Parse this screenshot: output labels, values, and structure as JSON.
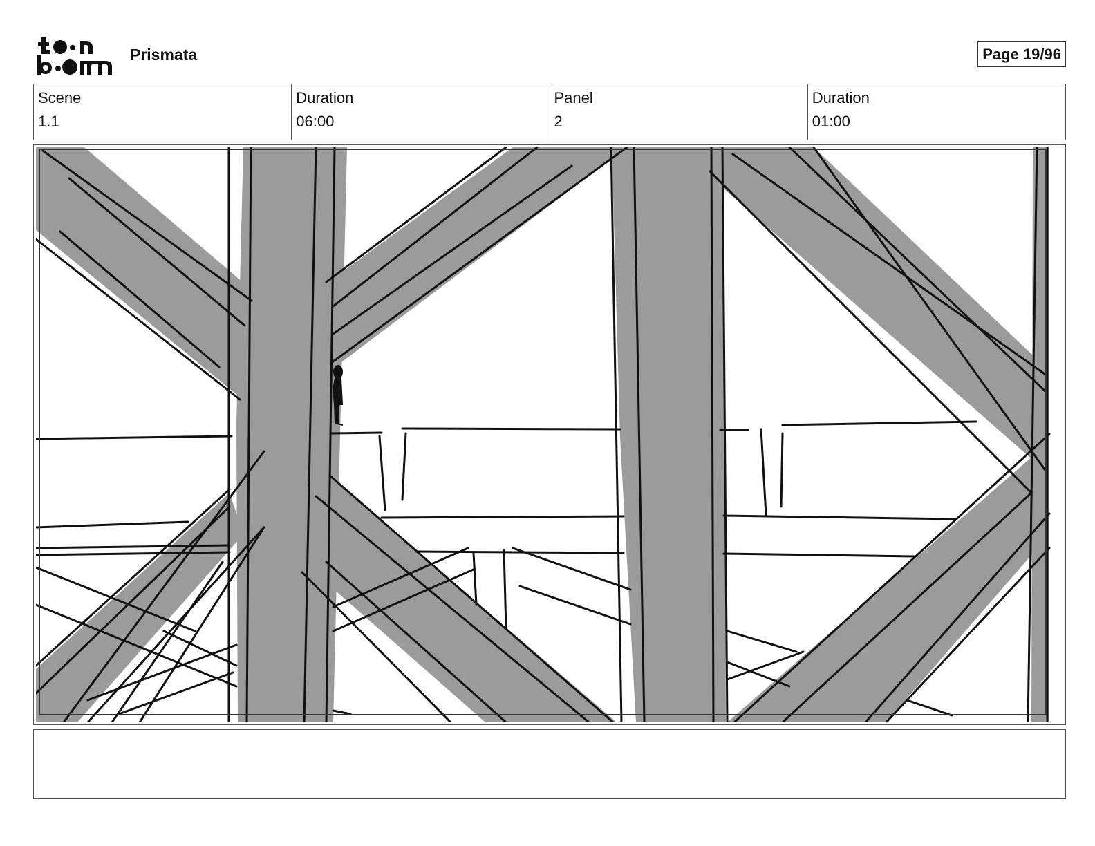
{
  "header": {
    "logo_text": "toon boom",
    "project_title": "Prismata",
    "page_label": "Page 19/96"
  },
  "info": {
    "scene_label": "Scene",
    "scene_value": "1.1",
    "scene_duration_label": "Duration",
    "scene_duration_value": "06:00",
    "panel_label": "Panel",
    "panel_value": "2",
    "panel_duration_label": "Duration",
    "panel_duration_value": "01:00"
  },
  "notes": {
    "text": ""
  },
  "colors": {
    "beam_fill": "#9b9b9b",
    "ink": "#111111"
  }
}
